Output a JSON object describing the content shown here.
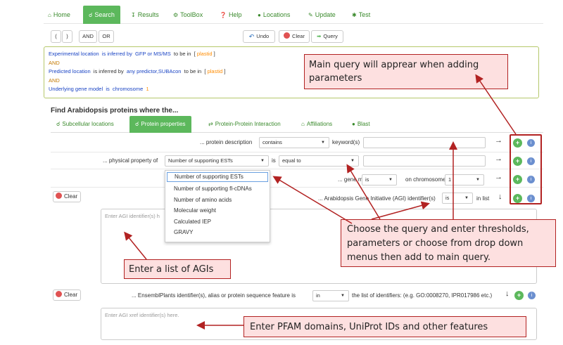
{
  "nav": {
    "items": [
      {
        "label": "Home",
        "icon": "home-icon"
      },
      {
        "label": "Search",
        "icon": "search-icon"
      },
      {
        "label": "Results",
        "icon": "download-icon"
      },
      {
        "label": "ToolBox",
        "icon": "cogs-icon"
      },
      {
        "label": "Help",
        "icon": "question-icon"
      },
      {
        "label": "Locations",
        "icon": "globe-icon"
      },
      {
        "label": "Update",
        "icon": "pencil-icon"
      },
      {
        "label": "Test",
        "icon": "bug-icon"
      }
    ],
    "active": "Search"
  },
  "toolbar": {
    "open_paren": "(",
    "close_paren": ")",
    "and": "AND",
    "or": "OR",
    "undo": "Undo",
    "clear": "Clear",
    "query": "Query"
  },
  "query": {
    "line1": {
      "field": "Experimental location",
      "is": "is inferred by",
      "method": "GFP or MS/MS",
      "to": "to be in",
      "open": "[",
      "value": "plastid",
      "close": "]"
    },
    "and1": "AND",
    "line2": {
      "field": "Predicted location",
      "is": "is inferred by",
      "method": "any predictor,SUBAcon",
      "to": "to be in",
      "open": "[",
      "value": "plastid",
      "close": "]"
    },
    "and2": "AND",
    "line3": {
      "field": "Underlying gene model",
      "is": "is",
      "method": "chromosome",
      "value": "1"
    }
  },
  "section_title": "Find Arabidopsis proteins where the...",
  "tabs": [
    {
      "label": "Subcellular locations",
      "icon": "search-icon"
    },
    {
      "label": "Protein properties",
      "icon": "search-icon"
    },
    {
      "label": "Protein-Protein Interaction",
      "icon": "exchange-icon"
    },
    {
      "label": "Affiliations",
      "icon": "home-icon"
    },
    {
      "label": "Blast",
      "icon": "bomb-icon"
    }
  ],
  "rows": {
    "description": {
      "label": "... protein description",
      "op": "contains",
      "suffix": "keyword(s)"
    },
    "physical": {
      "label": "... physical property of",
      "property": "Number of supporting ESTs",
      "is": "is",
      "op": "equal to"
    },
    "gene_model": {
      "label": "... gene model",
      "op": "is",
      "mid": "on chromosome",
      "value": "1"
    },
    "agi": {
      "clear": "Clear",
      "label": "... Arabidopsis Gene Initiative (AGI) identifier(s)",
      "op": "is",
      "suffix": "in list",
      "placeholder": "Enter AGI identifier(s) h"
    },
    "xref": {
      "clear": "Clear",
      "label": "... EnsemblPlants identifier(s), alias or protein sequence feature is",
      "op": "in",
      "suffix": "the list of identifiers: (e.g. GO:0008270, IPR017986 etc.)",
      "placeholder": "Enter AGI xref identifier(s) here."
    }
  },
  "dropdown_options": [
    "Number of supporting ESTs",
    "Number of supporting fl-cDNAs",
    "Number of amino acids",
    "Molecular weight",
    "Calculated IEP",
    "GRAVY"
  ],
  "annotations": {
    "main_query": "Main query will apprear when adding parameters",
    "choose_query": "Choose the query and enter thresholds, parameters or choose from drop down menus then add to main query.",
    "agi_list": "Enter a list of AGIs",
    "pfam": "Enter PFAM domains, UniProt IDs and other features"
  },
  "symbols": {
    "arrow_right": "→",
    "arrow_down": "↓",
    "plus": "+",
    "info": "i",
    "caret": "▼"
  },
  "colors": {
    "accent": "#5cb85c",
    "annotation_red": "#b22222",
    "annotation_fill": "#fde0e0",
    "link_blue": "#1a44c4",
    "value_orange": "#ff8c00"
  }
}
